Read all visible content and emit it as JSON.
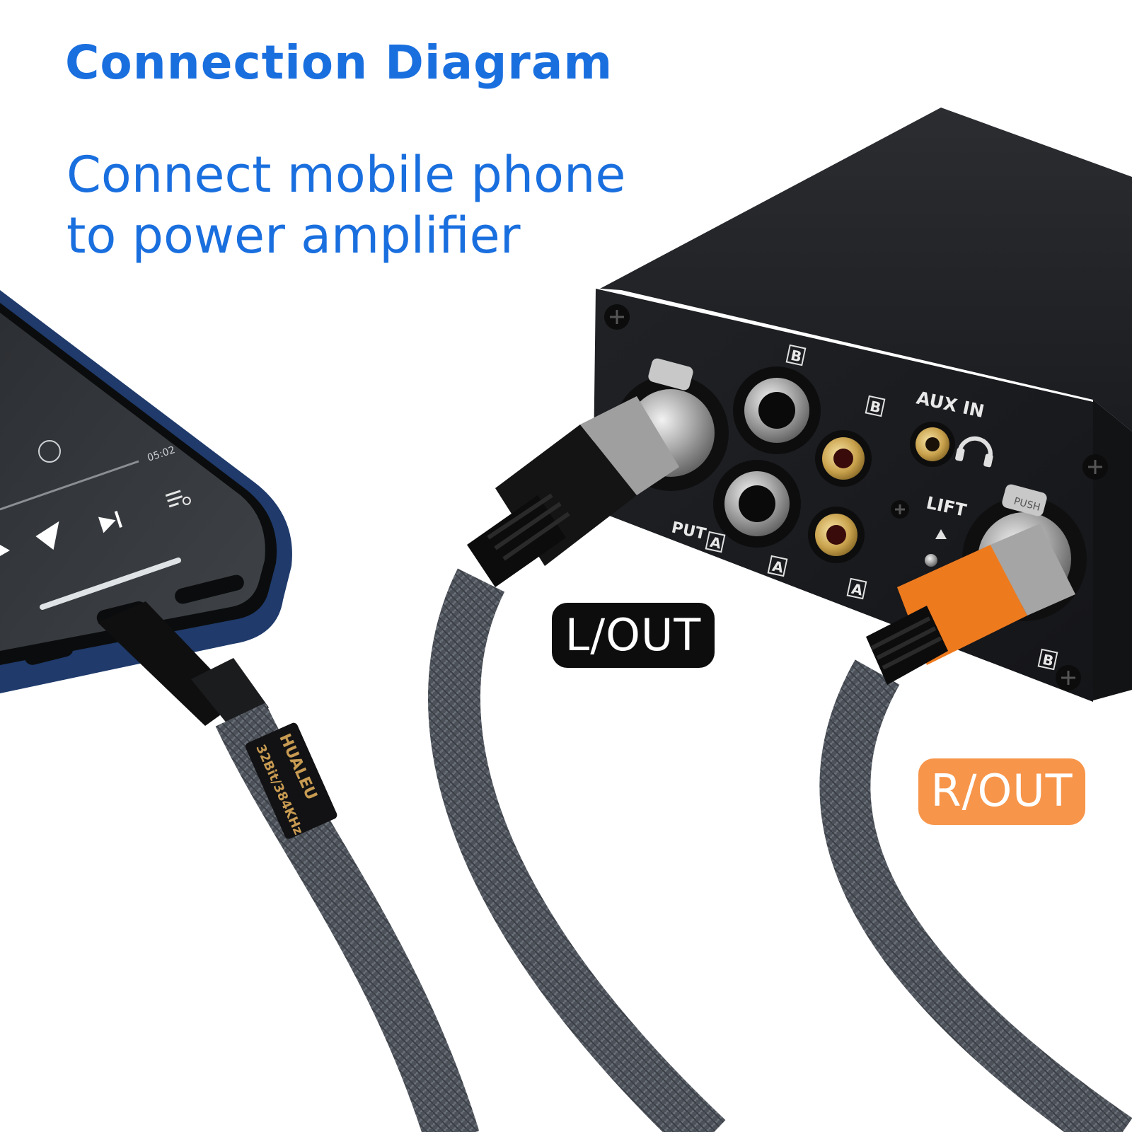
{
  "heading": {
    "title": "Connection Diagram",
    "subtitle_line1": "Connect mobile phone",
    "subtitle_line2": "to power amplifier"
  },
  "labels": {
    "left_output": "L/OUT",
    "right_output": "R/OUT"
  },
  "amplifier_panel": {
    "aux_in": "AUX IN",
    "lift": "LIFT",
    "input": "PUT",
    "port_a": "A",
    "port_b": "B",
    "push": "PUSH"
  },
  "phone_screen": {
    "time": "05:02"
  },
  "cable_print": {
    "brand": "HUALEU",
    "spec": "32Bit/384KHz"
  },
  "colors": {
    "heading_blue": "#1a6fdf",
    "badge_left_bg": "#0d0d0d",
    "badge_right_bg": "#f7954a",
    "amp_body": "#1e2023",
    "phone_frame": "#1f3a6b",
    "cable": "#4d525a",
    "xlr_orange": "#ee7a1e"
  }
}
